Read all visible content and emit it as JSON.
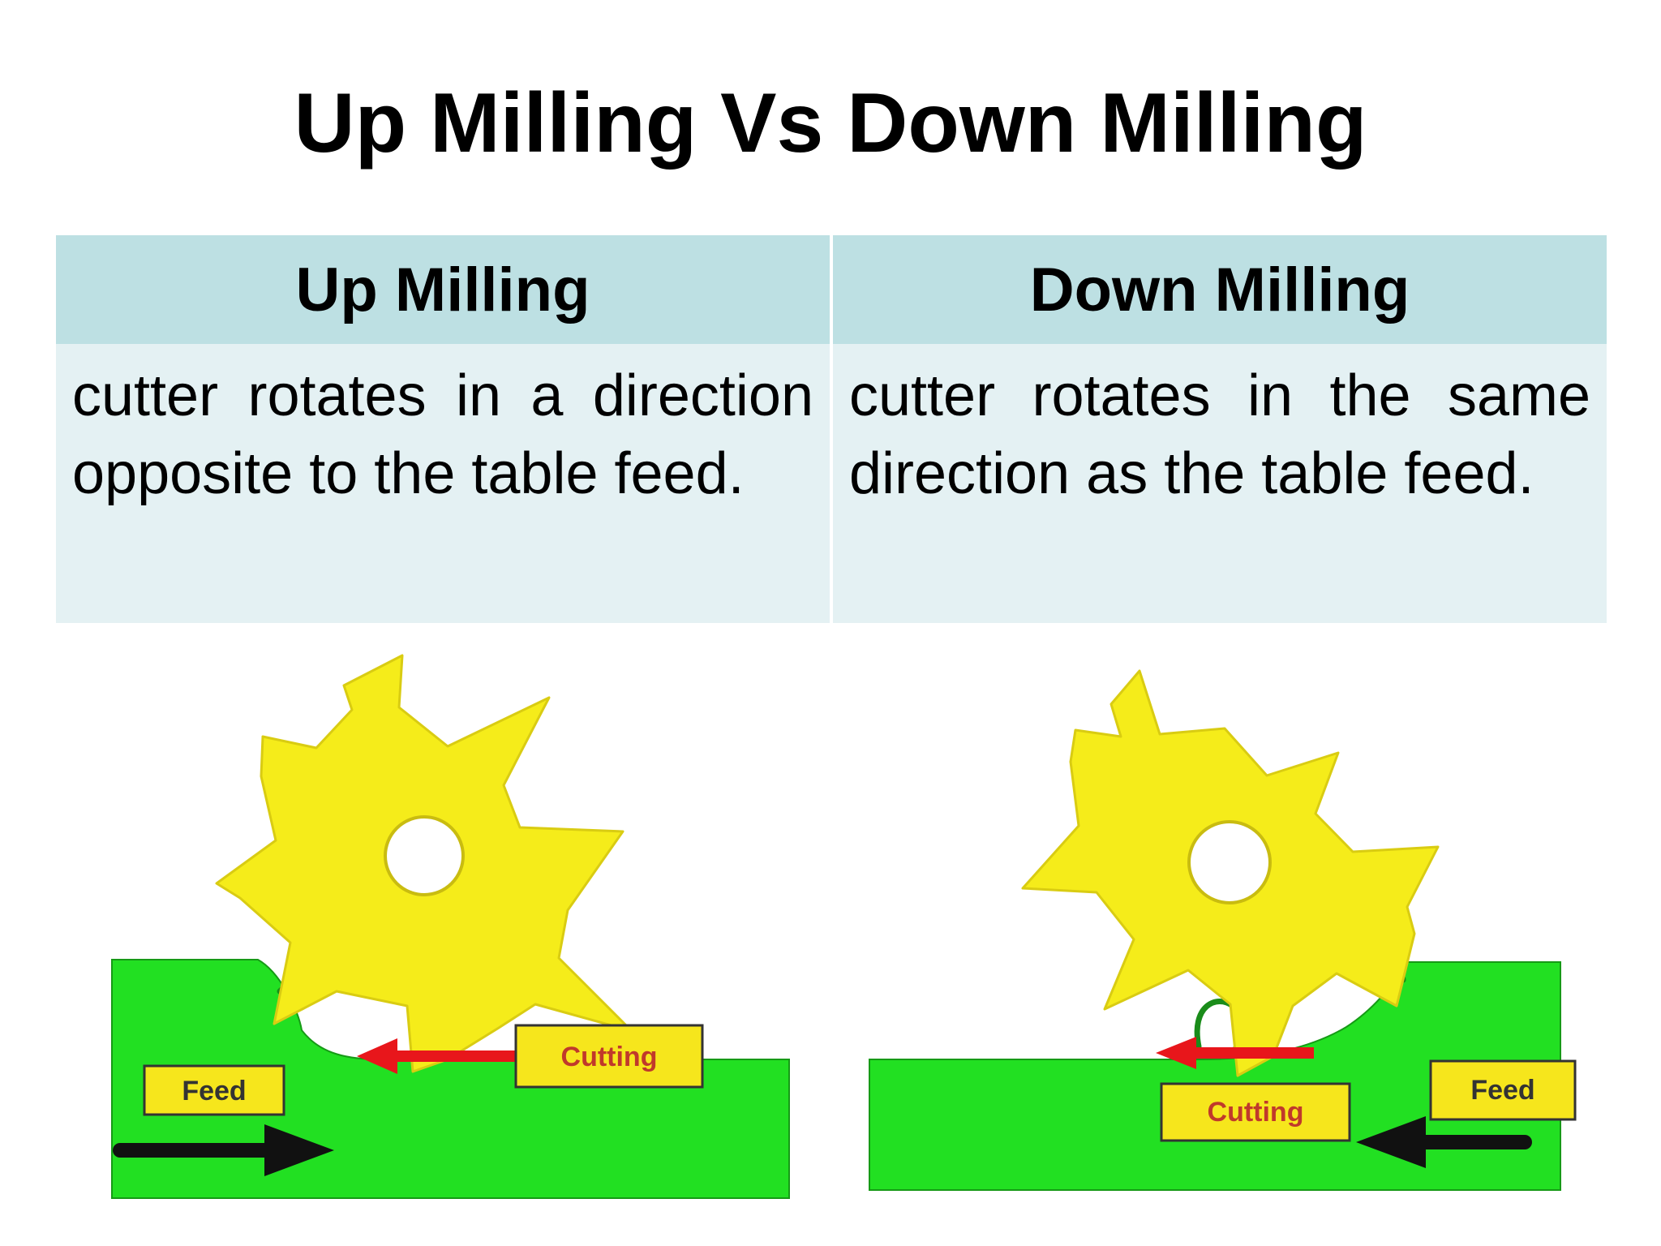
{
  "title": "Up Milling Vs Down Milling",
  "table": {
    "headers": [
      "Up Milling",
      "Down Milling"
    ],
    "rows": [
      [
        "cutter rotates in a direction opposite to the table feed.",
        "cutter rotates in the same direction as the table feed."
      ]
    ]
  },
  "diagrams": {
    "up_milling": {
      "cutting_label": "Cutting",
      "feed_label": "Feed"
    },
    "down_milling": {
      "cutting_label": "Cutting",
      "feed_label": "Feed"
    }
  },
  "colors": {
    "header_bg": "#bde0e3",
    "cell_bg": "#e4f1f3",
    "workpiece": "#22e022",
    "cutter": "#f5ec1a",
    "label_box": "#f6e61c",
    "cutting_arrow": "#e8161b",
    "feed_arrow": "#111111",
    "label_text": "#c0392b"
  }
}
